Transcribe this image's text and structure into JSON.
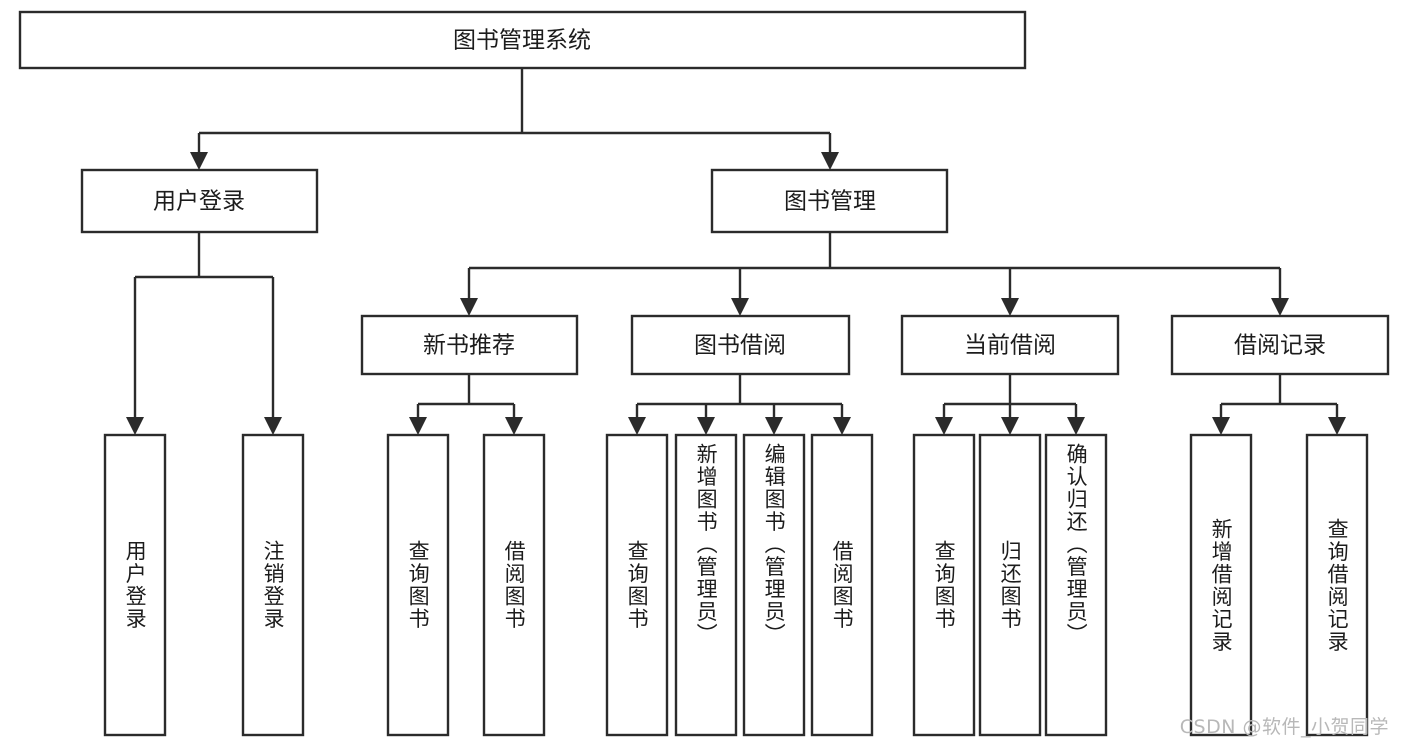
{
  "diagram": {
    "type": "tree",
    "title": "图书管理系统",
    "root": {
      "id": "root",
      "label": "图书管理系统",
      "orientation": "horizontal"
    },
    "level1": [
      {
        "id": "user-login",
        "label": "用户登录",
        "orientation": "horizontal"
      },
      {
        "id": "book-management",
        "label": "图书管理",
        "orientation": "horizontal"
      }
    ],
    "level2": [
      {
        "id": "new-book-recommend",
        "label": "新书推荐",
        "orientation": "horizontal",
        "parent": "book-management"
      },
      {
        "id": "book-borrow",
        "label": "图书借阅",
        "orientation": "horizontal",
        "parent": "book-management"
      },
      {
        "id": "current-borrow",
        "label": "当前借阅",
        "orientation": "horizontal",
        "parent": "book-management"
      },
      {
        "id": "borrow-record",
        "label": "借阅记录",
        "orientation": "horizontal",
        "parent": "book-management"
      }
    ],
    "leaves": [
      {
        "id": "leaf-user-login",
        "label": "用户登录",
        "orientation": "vertical",
        "parent": "user-login"
      },
      {
        "id": "leaf-logout-login",
        "label": "注销登录",
        "orientation": "vertical",
        "parent": "user-login"
      },
      {
        "id": "leaf-query-book-1",
        "label": "查询图书",
        "orientation": "vertical",
        "parent": "new-book-recommend"
      },
      {
        "id": "leaf-borrow-book-1",
        "label": "借阅图书",
        "orientation": "vertical",
        "parent": "new-book-recommend"
      },
      {
        "id": "leaf-query-book-2",
        "label": "查询图书",
        "orientation": "vertical",
        "parent": "book-borrow"
      },
      {
        "id": "leaf-add-book-admin",
        "label": "新增图书（管理员）",
        "orientation": "vertical",
        "parent": "book-borrow"
      },
      {
        "id": "leaf-edit-book-admin",
        "label": "编辑图书（管理员）",
        "orientation": "vertical",
        "parent": "book-borrow"
      },
      {
        "id": "leaf-borrow-book-2",
        "label": "借阅图书",
        "orientation": "vertical",
        "parent": "book-borrow"
      },
      {
        "id": "leaf-query-book-3",
        "label": "查询图书",
        "orientation": "vertical",
        "parent": "current-borrow"
      },
      {
        "id": "leaf-return-book",
        "label": "归还图书",
        "orientation": "vertical",
        "parent": "current-borrow"
      },
      {
        "id": "leaf-confirm-return-admin",
        "label": "确认归还（管理员）",
        "orientation": "vertical",
        "parent": "current-borrow"
      },
      {
        "id": "leaf-add-borrow-record",
        "label": "新增借阅记录",
        "orientation": "vertical",
        "parent": "borrow-record"
      },
      {
        "id": "leaf-query-borrow-record",
        "label": "查询借阅记录",
        "orientation": "vertical",
        "parent": "borrow-record"
      }
    ],
    "colors": {
      "box_stroke": "#2b2b2b",
      "box_fill": "#ffffff",
      "text": "#1c1c1c",
      "connector": "#2b2b2b",
      "watermark": "#b8b8b8",
      "background": "#ffffff"
    }
  },
  "watermark": {
    "text": "CSDN @软件_小贺同学"
  }
}
